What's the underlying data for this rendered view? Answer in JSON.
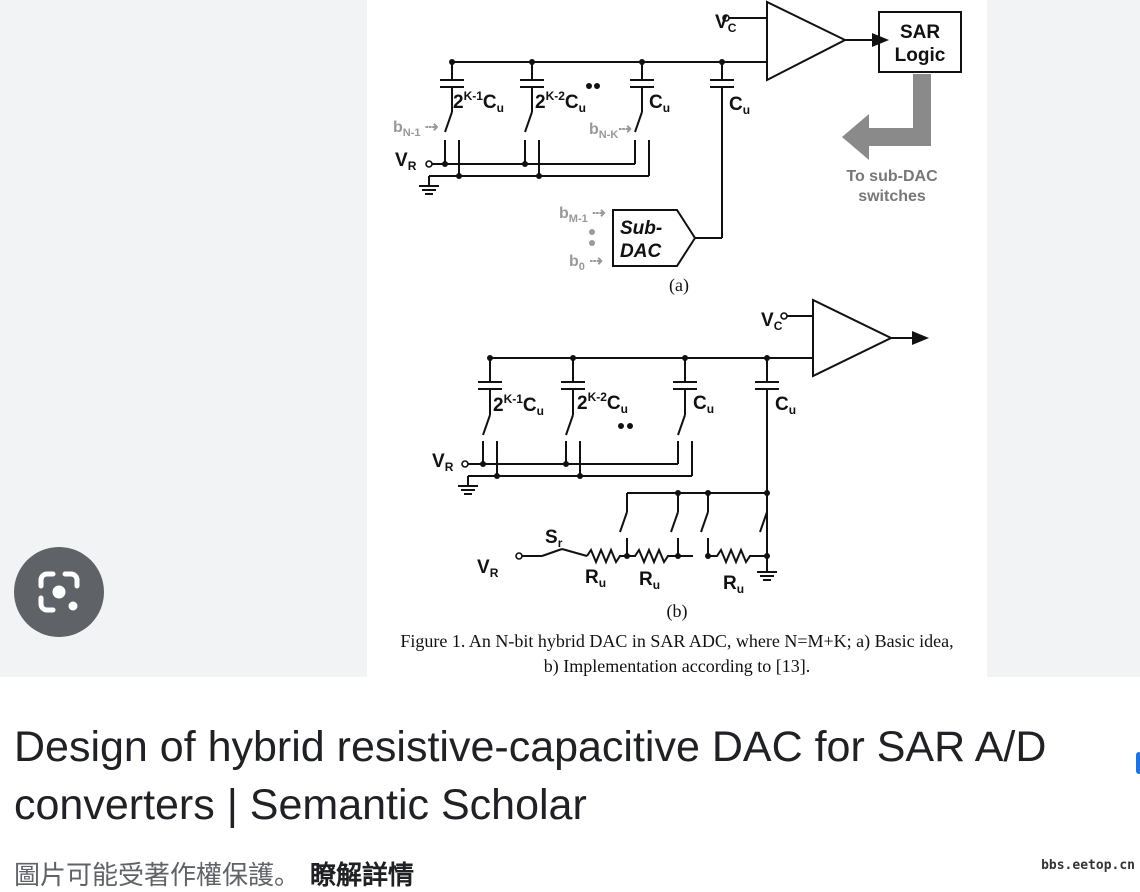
{
  "figure": {
    "panel_a_label": "(a)",
    "panel_b_label": "(b)",
    "sar_logic_line1": "SAR",
    "sar_logic_line2": "Logic",
    "to_subdac_line1": "To sub-DAC",
    "to_subdac_line2": "switches",
    "subdac_line1": "Sub-",
    "subdac_line2": "DAC",
    "caption_line1": "Figure 1.    An N-bit hybrid DAC in SAR ADC, where N=M+K; a) Basic idea,",
    "caption_line2": "b) Implementation according to [13]."
  },
  "result": {
    "title": "Design of hybrid resistive-capacitive DAC for SAR A/D converters | Semantic Scholar",
    "copyright_notice": "圖片可能受著作權保護。",
    "learn_more": "瞭解詳情",
    "watermark": "bbs.eetop.cn"
  },
  "icons": {
    "lens": "google-lens-icon"
  },
  "colors": {
    "lens_bg": "#5f6368",
    "gray_arrow": "#8a8a8a",
    "text_primary": "#202124"
  }
}
